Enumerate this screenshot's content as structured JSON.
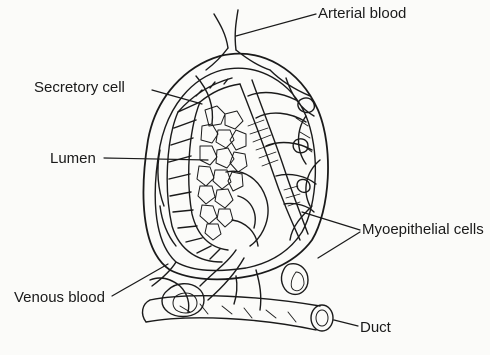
{
  "labels": {
    "arterial": "Arterial blood",
    "secretory": "Secretory cell",
    "lumen": "Lumen",
    "myoepithelial": "Myoepithelial cells",
    "venous": "Venous blood",
    "duct": "Duct"
  },
  "colors": {
    "ink": "#1a1a1a",
    "paper": "#fbfbf9"
  }
}
